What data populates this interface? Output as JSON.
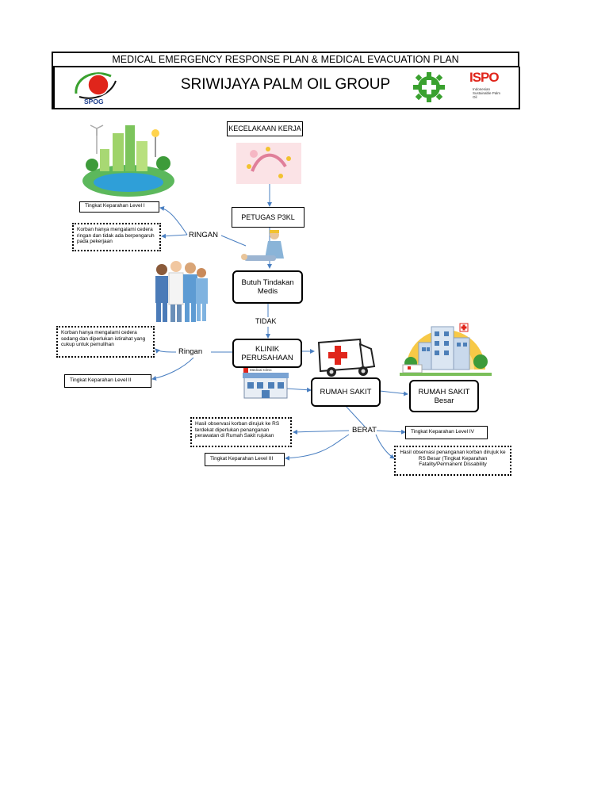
{
  "header": {
    "plan_title": "MEDICAL EMERGENCY RESPONSE PLAN & MEDICAL EVACUATION PLAN",
    "company_title": "SRIWIJAYA PALM OIL GROUP",
    "spog_logo_text": "SPOG",
    "isp_logo_text": "ISPO",
    "isp_logo_caption": "Indonesian Sustainable Palm Oil"
  },
  "flow": {
    "kecelakaan": "KECELAKAAN KERJA",
    "petugas": "PETUGAS P3KL",
    "butuh_line1": "Butuh Tindakan",
    "butuh_line2": "Medis",
    "tidak": "TIDAK",
    "klinik_line1": "KLINIK",
    "klinik_line2": "PERUSAHAAN",
    "clinic_sign": "Medical Clinic",
    "rumah_sakit": "RUMAH SAKIT",
    "rs_besar_line1": "RUMAH SAKIT",
    "rs_besar_line2": "Besar",
    "ringan_1": "RINGAN",
    "ringan_2": "Ringan",
    "berat": "BERAT"
  },
  "levels": {
    "level1": "Tingkat Keparahan Level I",
    "level2": "Tingkat Keparahan Level II",
    "level3": "Tingkat Keparahan Level III",
    "level4": "Tingkat Keparahan Level IV"
  },
  "notes": {
    "note1": "Korban hanya mengalami cedera ringan dan tidak ada berpengaruh pada pekerjaan",
    "note2": "Korban hanya mengalami cedera sedang dan diperlukan istirahat yang cukup untuk pemulihan",
    "note3": "Hasil observasi korban dirujuk ke RS terdekat diperlukan penanganan perawatan di Rumah Sakit rujukan",
    "note4": "Hasil observasi penanganan korban dirujuk ke RS Besar (Tingkat Keparahan Fatality/Permanent Dissability"
  },
  "colors": {
    "arrow": "#4a7fc1",
    "accent_red": "#e0251b",
    "accent_green": "#3aa12f"
  }
}
